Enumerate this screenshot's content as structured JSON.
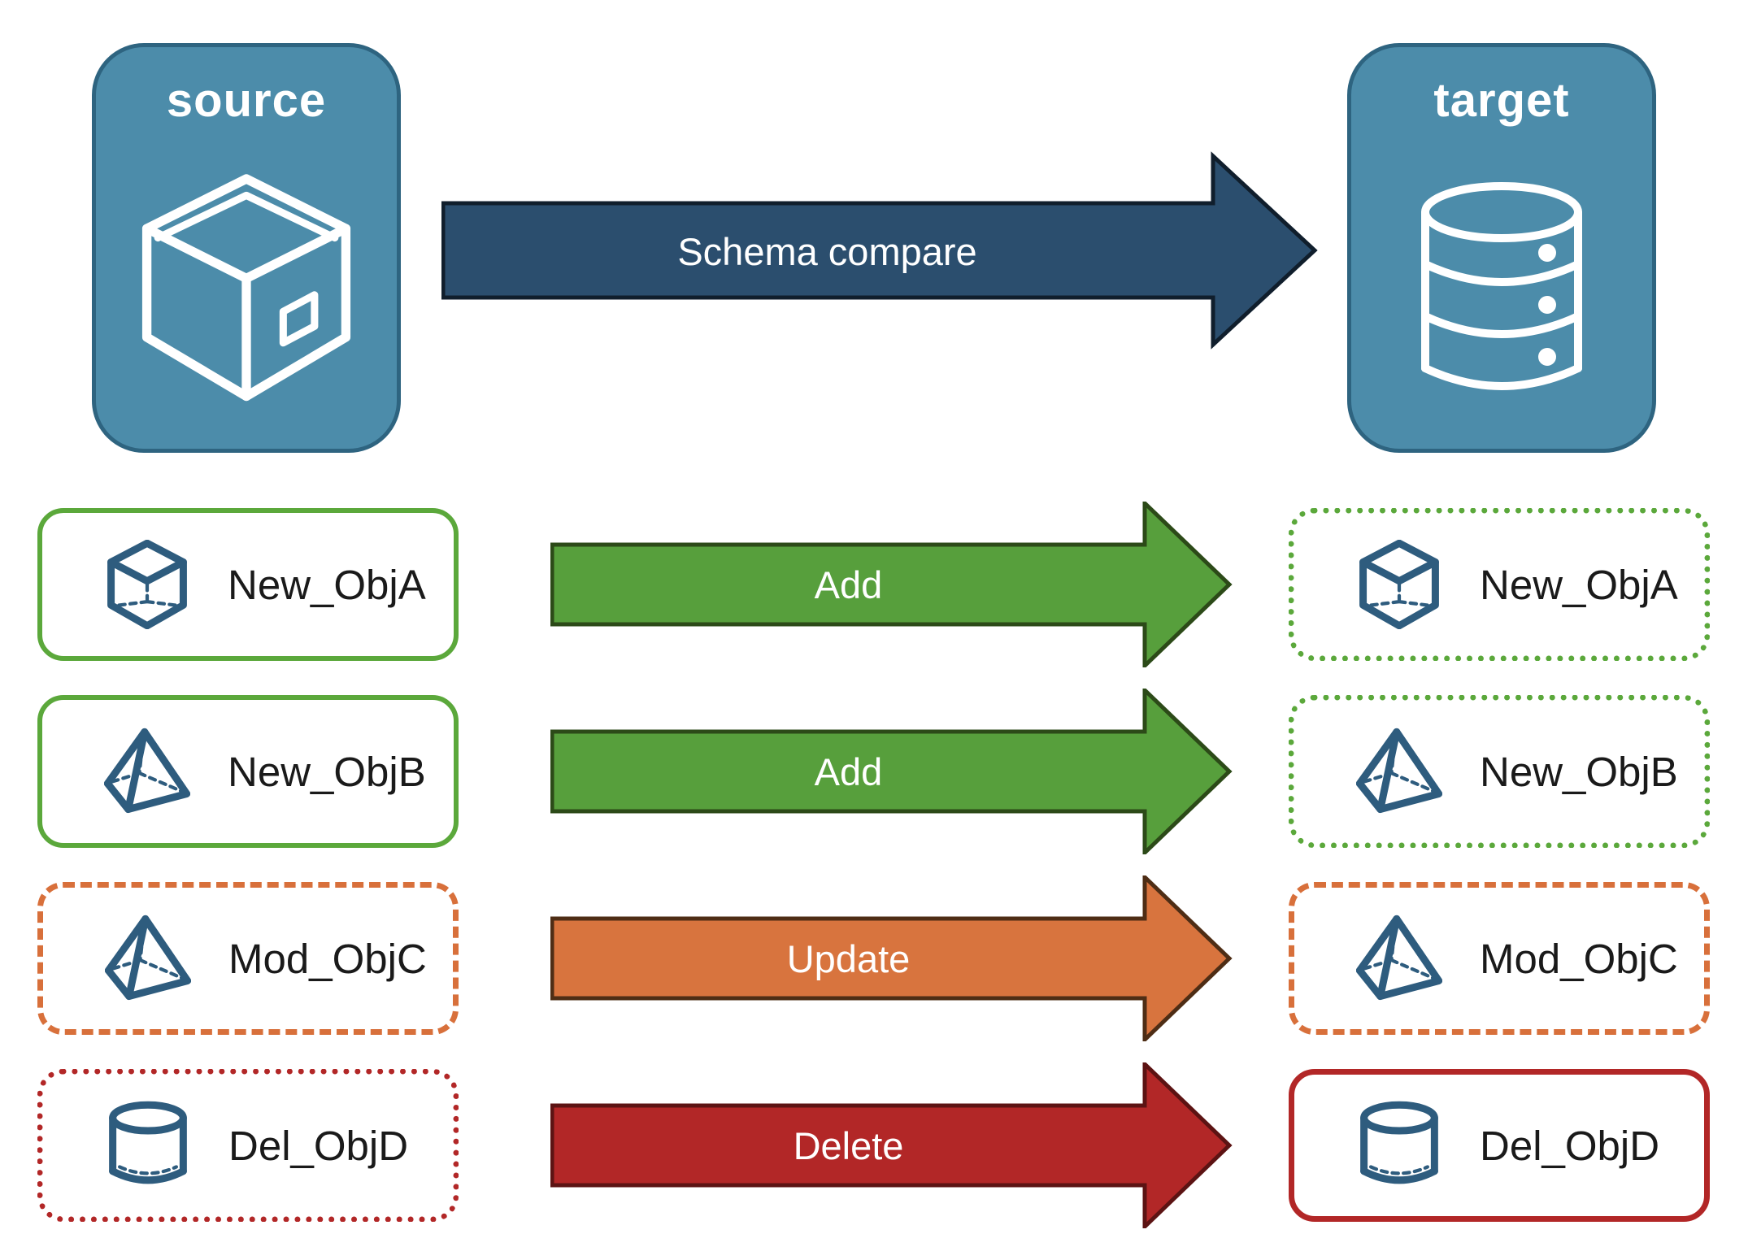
{
  "source": {
    "label": "source",
    "icon": "package-icon"
  },
  "target": {
    "label": "target",
    "icon": "database-icon"
  },
  "main_arrow": {
    "label": "Schema compare"
  },
  "rows": [
    {
      "name": "New_ObjA",
      "action": "Add",
      "icon": "cube-icon",
      "left_border": "green-solid",
      "right_border": "green-dotted"
    },
    {
      "name": "New_ObjB",
      "action": "Add",
      "icon": "pyramid-icon",
      "left_border": "green-solid",
      "right_border": "green-dotted"
    },
    {
      "name": "Mod_ObjC",
      "action": "Update",
      "icon": "pyramid-icon",
      "left_border": "orange-dashed",
      "right_border": "orange-dashed"
    },
    {
      "name": "Del_ObjD",
      "action": "Delete",
      "icon": "cylinder-icon",
      "left_border": "red-dotted",
      "right_border": "red-solid"
    }
  ],
  "colors": {
    "blue-fill": "#4C8CAA",
    "blue-border": "#2E6480",
    "icon-blue": "#2E5C7E",
    "navy": "#2B4E6E",
    "navy-dark": "#101E2C",
    "green": "#579F3C",
    "green-dark": "#2C4A18",
    "green-border": "#5BA83B",
    "orange": "#D8743E",
    "orange-dark": "#4E2D15",
    "orange-border": "#D8703B",
    "red": "#B22727",
    "red-dark": "#5C1313",
    "red-border": "#B22727",
    "text": "#1A1A1A"
  }
}
